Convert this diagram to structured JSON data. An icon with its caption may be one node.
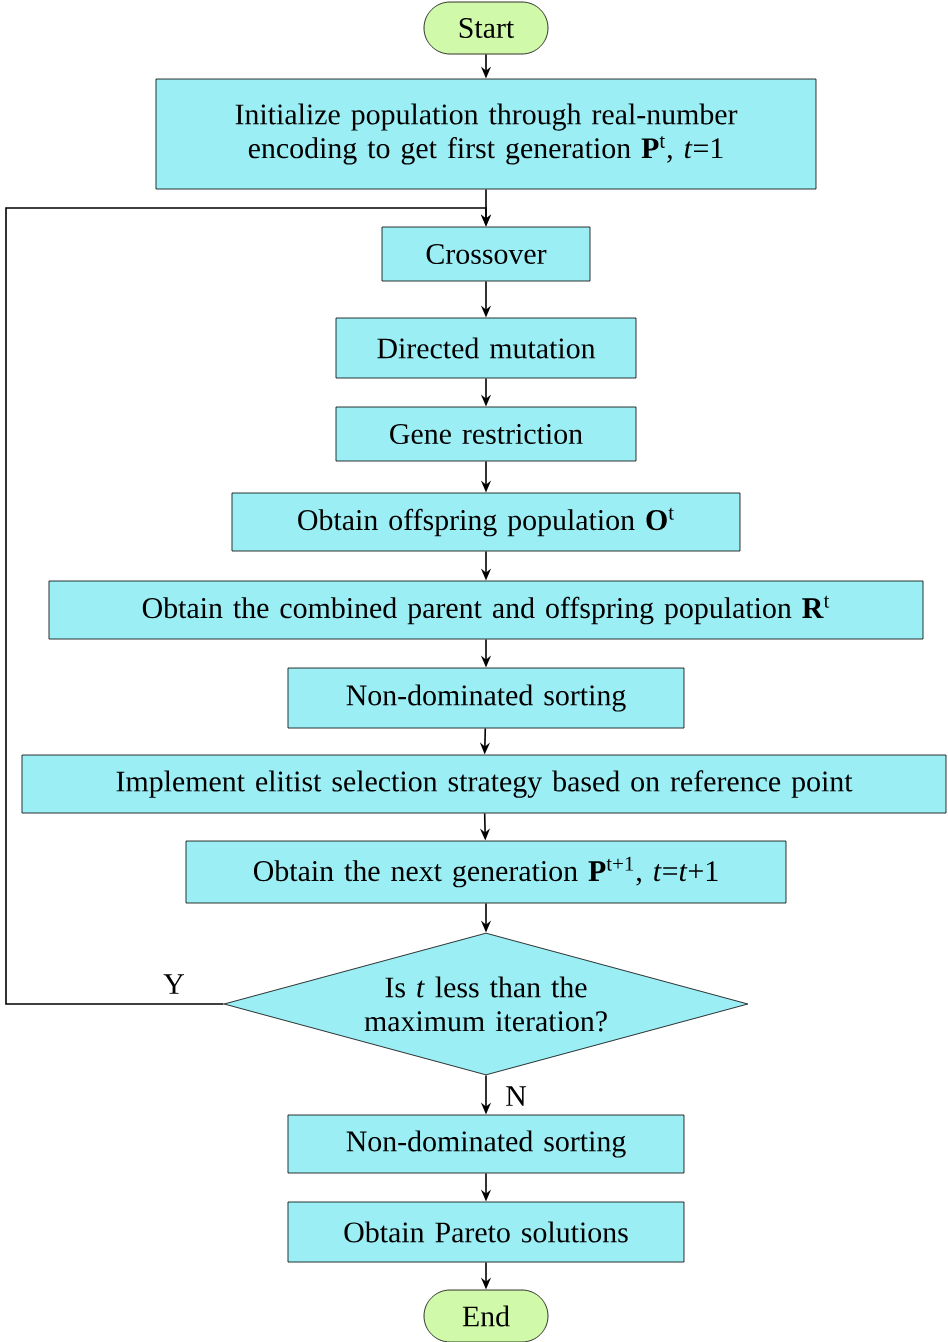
{
  "diagram": {
    "nodes": [
      {
        "text": [
          "Start"
        ]
      },
      {
        "text": [
          "Initialize population through real-number encoding to get first generation **P**$^{t}$, *t*=1"
        ]
      },
      {
        "text": [
          "Crossover"
        ]
      },
      {
        "text": [
          "Directed mutation"
        ]
      },
      {
        "text": [
          "Gene restriction"
        ]
      },
      {
        "text": [
          "Obtain offspring population **O**$^{t}$"
        ]
      },
      {
        "text": [
          "Obtain the combined parent and offspring population **R**$^{t}$"
        ]
      },
      {
        "text": [
          "Non-dominated sorting"
        ]
      },
      {
        "text": [
          "Implement elitist selection strategy based on reference point"
        ]
      },
      {
        "text": [
          "Obtain the next generation **P**$^{t+1}$, *t*=*t*+1"
        ]
      },
      {
        "text": [
          "Is *t* less than the maximum iteration?"
        ]
      },
      {
        "text": [
          "Non-dominated sorting"
        ]
      },
      {
        "text": [
          "Obtain Pareto solutions"
        ]
      },
      {
        "text": [
          "End"
        ]
      }
    ],
    "edges": [
      {
        "from": 0,
        "to": 1,
        "arrow": "to"
      },
      {
        "from": 1,
        "to": 2,
        "arrow": "to"
      },
      {
        "from": 2,
        "to": 3,
        "arrow": "to"
      },
      {
        "from": 3,
        "to": 4,
        "arrow": "to"
      },
      {
        "from": 4,
        "to": 5,
        "arrow": "to"
      },
      {
        "from": 5,
        "to": 6,
        "arrow": "to"
      },
      {
        "from": 6,
        "to": 7,
        "arrow": "to"
      },
      {
        "from": 7,
        "to": 8,
        "arrow": "to"
      },
      {
        "from": 8,
        "to": 9,
        "arrow": "to"
      },
      {
        "from": 9,
        "to": 10,
        "arrow": "to"
      },
      {
        "from": 10,
        "to": 2,
        "arrow": "to",
        "label": "Y"
      },
      {
        "from": 10,
        "to": 11,
        "arrow": "to",
        "label": "N"
      },
      {
        "from": 11,
        "to": 12,
        "arrow": "to"
      },
      {
        "from": 12,
        "to": 13,
        "arrow": "to"
      }
    ]
  }
}
